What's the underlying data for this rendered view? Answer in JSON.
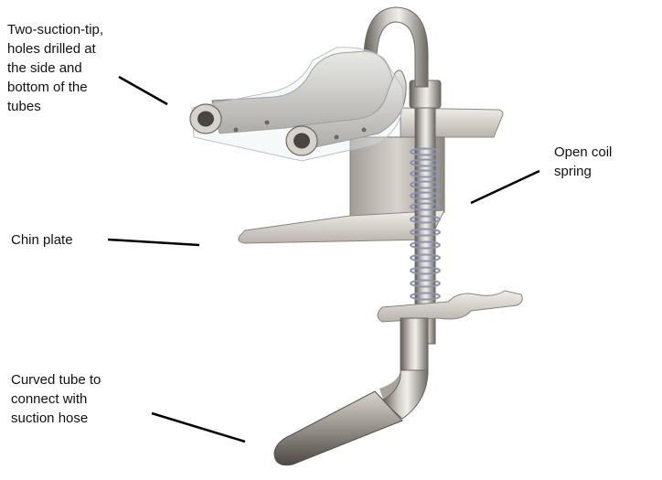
{
  "labels": {
    "suction_tips": "Two-suction-tip,\nholes drilled at\nthe side and\nbottom of the\ntubes",
    "chin_plate": "Chin plate",
    "coil_spring": "Open coil\nspring",
    "curved_tube": "Curved tube to\nconnect with\nsuction hose"
  }
}
